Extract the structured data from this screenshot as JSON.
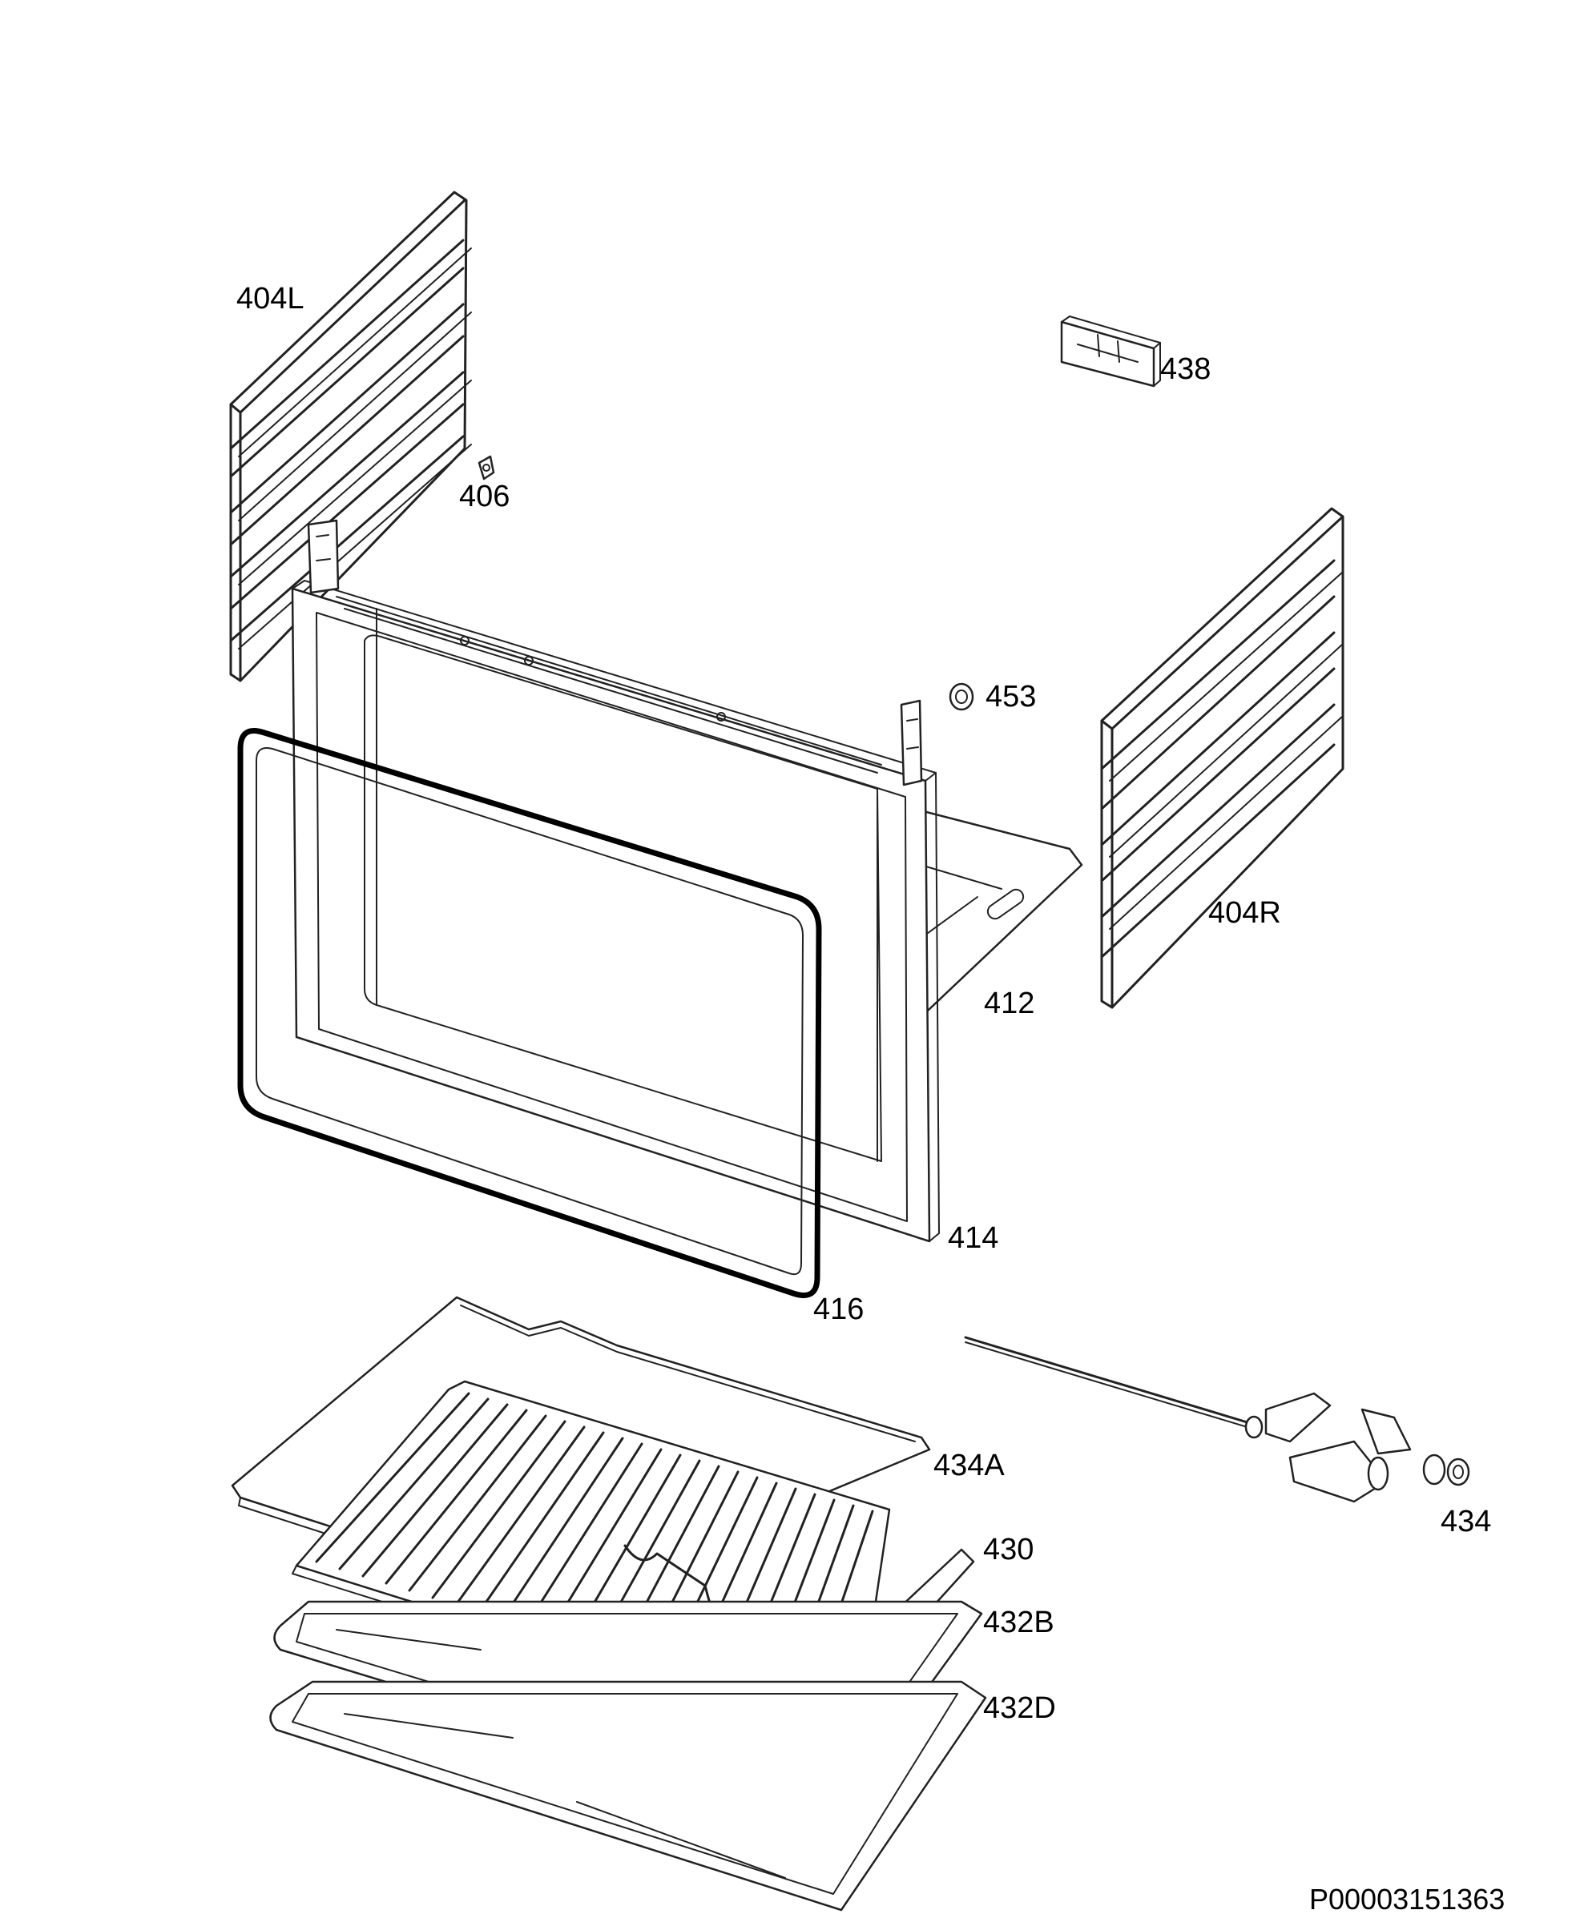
{
  "diagram": {
    "part_labels": {
      "rack_left": "404L",
      "clip": "406",
      "bracket": "438",
      "grommet": "453",
      "rack_right": "404R",
      "oven_bottom": "412",
      "door_frame": "414",
      "door_seal": "416",
      "grid_shelf": "434A",
      "wire_grill": "430",
      "tray_b": "432B",
      "tray_d": "432D",
      "rotisserie": "434"
    },
    "document_id": "P00003151363"
  }
}
